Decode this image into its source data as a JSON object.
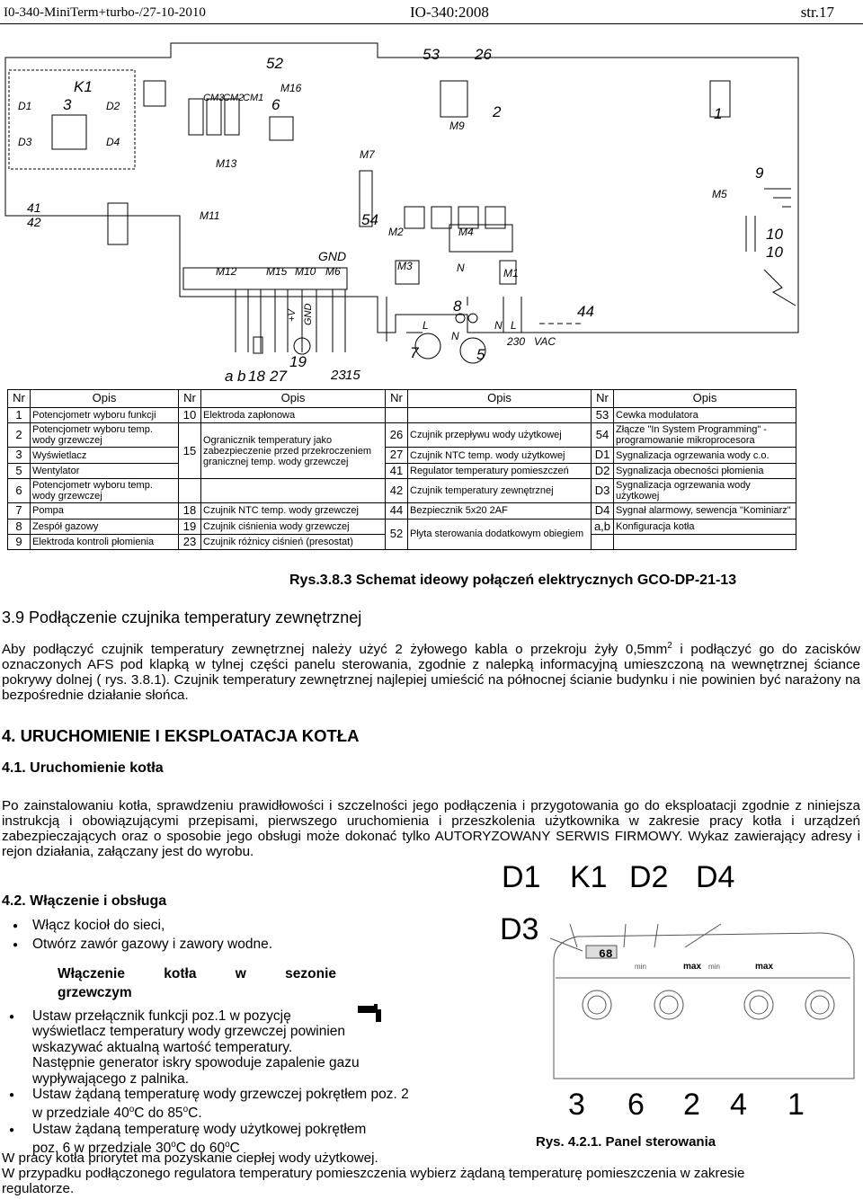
{
  "header": {
    "left": "I0-340-MiniTerm+turbo-/27-10-2010",
    "center": "IO-340:2008",
    "right": "str.17"
  },
  "schematic": {
    "labels": [
      "52",
      "53",
      "26",
      "K1",
      "3",
      "D1",
      "D2",
      "D3",
      "D4",
      "M16",
      "CM3",
      "CM2",
      "CM1",
      "6",
      "2",
      "1",
      "M9",
      "M13",
      "M7",
      "9",
      "M5",
      "41",
      "42",
      "M11",
      "54",
      "M2",
      "M4",
      "10",
      "10",
      "GND",
      "M12",
      "M15",
      "M10",
      "M6",
      "M3",
      "N",
      "M1",
      "8",
      "L",
      "N",
      "N",
      "L",
      "230",
      "VAC",
      "44",
      "+V",
      "GND",
      "7",
      "5",
      "19",
      "a",
      "b",
      "18",
      "27",
      "23",
      "15"
    ]
  },
  "legend": {
    "headers": [
      "Nr",
      "Opis",
      "Nr",
      "Opis",
      "Nr",
      "Opis",
      "Nr",
      "Opis"
    ],
    "col1": [
      {
        "nr": "1",
        "text": "Potencjometr wyboru funkcji"
      },
      {
        "nr": "2",
        "text": "Potencjometr wyboru temp. wody grzewczej"
      },
      {
        "nr": "3",
        "text": "Wyświetlacz"
      },
      {
        "nr": "5",
        "text": "Wentylator"
      },
      {
        "nr": "6",
        "text": "Potencjometr wyboru temp. wody grzewczej"
      },
      {
        "nr": "7",
        "text": "Pompa"
      },
      {
        "nr": "8",
        "text": "Zespół gazowy"
      },
      {
        "nr": "9",
        "text": "Elektroda kontroli płomienia"
      }
    ],
    "col2": [
      {
        "nr": "10",
        "text": "Elektroda zapłonowa"
      },
      {
        "nr": "15",
        "text": "Ogranicznik temperatury jako zabezpieczenie przed przekroczeniem granicznej temp. wody grzewczej"
      },
      {
        "nr": "18",
        "text": "Czujnik NTC temp. wody grzewczej"
      },
      {
        "nr": "19",
        "text": "Czujnik ciśnienia wody grzewczej"
      },
      {
        "nr": "23",
        "text": "Czujnik różnicy ciśnień (presostat)"
      }
    ],
    "col3": [
      {
        "nr": "26",
        "text": "Czujnik przepływu wody użytkowej"
      },
      {
        "nr": "27",
        "text": "Czujnik NTC temp. wody użytkowej"
      },
      {
        "nr": "41",
        "text": "Regulator temperatury pomieszczeń"
      },
      {
        "nr": "42",
        "text": "Czujnik temperatury zewnętrznej"
      },
      {
        "nr": "44",
        "text": "Bezpiecznik 5x20 2AF"
      },
      {
        "nr": "52",
        "text": "Płyta sterowania dodatkowym obiegiem"
      }
    ],
    "col4": [
      {
        "nr": "53",
        "text": "Cewka modulatora"
      },
      {
        "nr": "54",
        "text": "Złącze \"In System Programming\" - programowanie mikroprocesora"
      },
      {
        "nr": "D1",
        "text": "Sygnalizacja ogrzewania wody c.o."
      },
      {
        "nr": "D2",
        "text": "Sygnalizacja obecności płomienia"
      },
      {
        "nr": "D3",
        "text": "Sygnalizacja ogrzewania wody użytkowej"
      },
      {
        "nr": "D4",
        "text": "Sygnał alarmowy, sewencja \"Kominiarz\""
      },
      {
        "nr": "a,b",
        "text": "Konfiguracja kotła"
      }
    ]
  },
  "caption": "Rys.3.8.3 Schemat ideowy połączeń elektrycznych GCO-DP-21-13",
  "section_39": {
    "title": "3.9 Podłączenie czujnika temperatury zewnętrznej",
    "p_before_sup": "Aby podłączyć czujnik temperatury zewnętrznej należy użyć 2 żyłowego kabla o przekroju żyły 0,5mm",
    "sup": "2",
    "p_after_sup": " i podłączyć go do zacisków oznaczonych AFS pod klapką w tylnej części panelu sterowania, zgodnie z nalepką informacyjną umieszczoną na wewnętrznej ściance pokrywy dolnej ( rys. 3.8.1). Czujnik temperatury zewnętrznej najlepiej umieścić na północnej ścianie budynku i nie powinien być narażony na bezpośrednie działanie słońca."
  },
  "section_4": {
    "title": "4. URUCHOMIENIE I EKSPLOATACJA KOTŁA"
  },
  "section_41": {
    "title": "4.1. Uruchomienie kotła",
    "text": "Po zainstalowaniu kotła, sprawdzeniu prawidłowości i szczelności jego podłączenia i przygotowania go do eksploatacji zgodnie z niniejsza instrukcją i obowiązującymi przepisami, pierwszego uruchomienia i przeszkolenia użytkownika w zakresie pracy kotła i urządzeń zabezpieczających oraz o sposobie jego obsługi może dokonać tylko AUTORYZOWANY SERWIS FIRMOWY. Wykaz zawierający adresy i rejon działania, załączany jest do wyrobu."
  },
  "section_42": {
    "title": "4.2. Włączenie i obsługa",
    "bullets": [
      "Włącz kocioł do sieci,",
      "Otwórz zawór gazowy i zawory wodne."
    ],
    "season_words": [
      "Włączenie",
      "kotła",
      "w",
      "sezonie"
    ],
    "season_line2": "grzewczym",
    "item1_a": "Ustaw przełącznik funkcji poz.1 w pozycję",
    "item1_b": "wyświetlacz temperatury wody grzewczej    powinien",
    "item1_c": "wskazywać aktualną wartość temperatury.",
    "item1_d": "Następnie generator iskry spowoduje zapalenie gazu",
    "item1_e": "wypływającego z palnika.",
    "item2_a": "Ustaw żądaną temperaturę wody grzewczej pokrętłem poz. 2",
    "item2_b_pre": "w przedziale 40",
    "item2_b_sup1": "o",
    "item2_b_mid": "C do 85",
    "item2_b_sup2": "o",
    "item2_b_post": "C.",
    "item3_a": "Ustaw żądaną temperaturę wody użytkowej pokrętłem",
    "item3_b_pre": "poz. 6 w przedziale 30",
    "item3_b_sup1": "o",
    "item3_b_mid": "C do 60",
    "item3_b_sup2": "o",
    "item3_b_post": "C"
  },
  "footer_lines": [
    "W pracy kotła priorytet ma pozyskanie ciepłej wody użytkowej.",
    "W przypadku podłączonego regulatora temperatury pomieszczenia wybierz żądaną temperaturę pomieszczenia w zakresie",
    "regulatorze."
  ],
  "panel": {
    "top_labels": [
      "D1",
      "K1",
      "D2",
      "D4"
    ],
    "left_label": "D3",
    "display": "68",
    "min_label": "min",
    "max_label": "max",
    "bottom_numbers": [
      "3",
      "6",
      "2",
      "4",
      "1"
    ],
    "caption": "Rys. 4.2.1. Panel sterowania"
  }
}
